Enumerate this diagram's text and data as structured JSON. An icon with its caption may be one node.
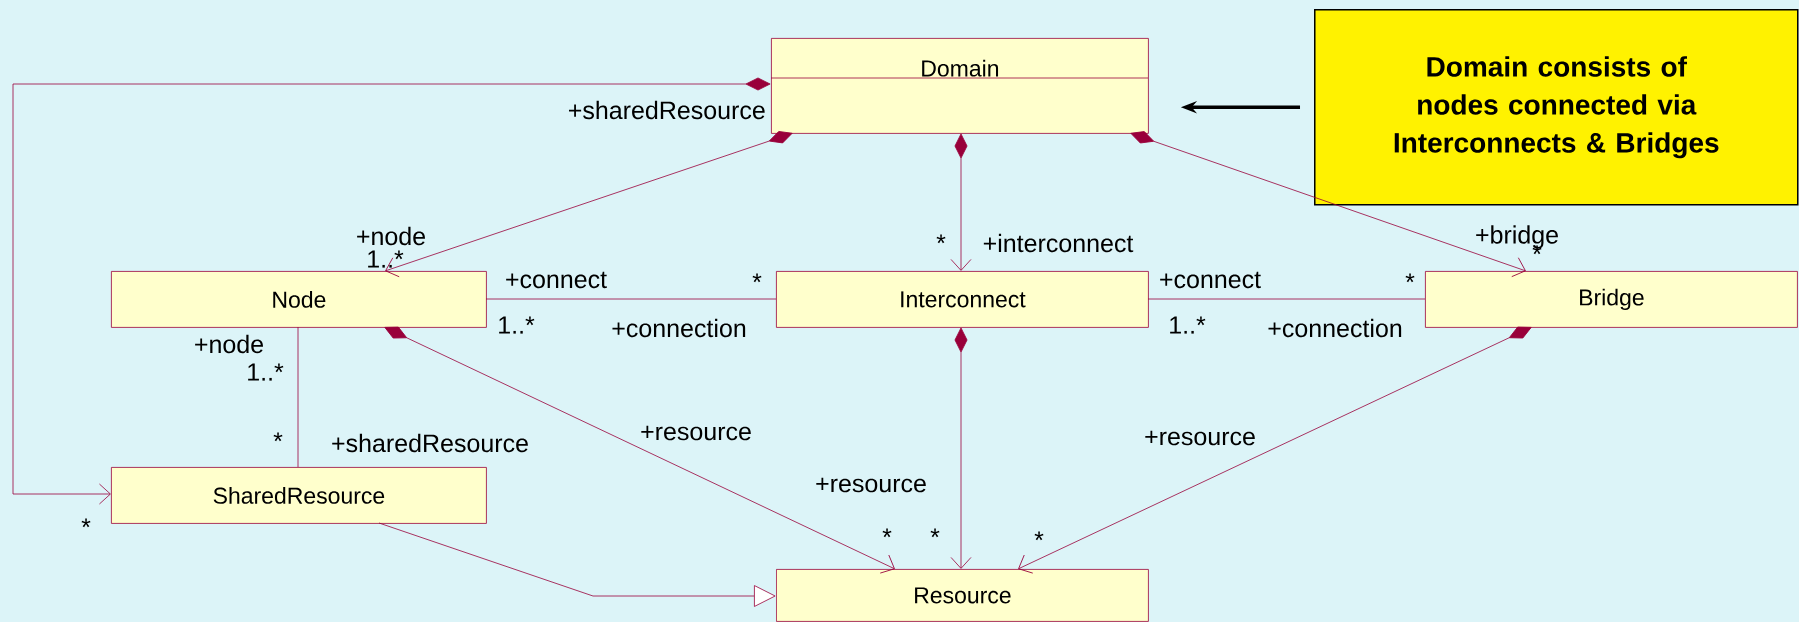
{
  "diagram": {
    "nodes": [
      {
        "text": [
          "Domain"
        ]
      },
      {
        "text": [
          "Node"
        ]
      },
      {
        "text": [
          "Interconnect"
        ]
      },
      {
        "text": [
          "Bridge"
        ]
      },
      {
        "text": [
          "SharedResource"
        ]
      },
      {
        "text": [
          "Resource"
        ]
      },
      {
        "text": [
          "Domain consists of nodes connected via Interconnects & Bridges"
        ]
      }
    ],
    "edges": [
      {
        "from": 0,
        "to": 4,
        "arrow": "to"
      },
      {
        "from": 0,
        "to": 1,
        "arrow": "to"
      },
      {
        "from": 0,
        "to": 2,
        "arrow": "to"
      },
      {
        "from": 0,
        "to": 3,
        "arrow": "to"
      },
      {
        "from": 1,
        "to": 2,
        "arrow": "none"
      },
      {
        "from": 2,
        "to": 3,
        "arrow": "none"
      },
      {
        "from": 1,
        "to": 4,
        "arrow": "none"
      },
      {
        "from": 1,
        "to": 5,
        "arrow": "to"
      },
      {
        "from": 2,
        "to": 5,
        "arrow": "to"
      },
      {
        "from": 3,
        "to": 5,
        "arrow": "to"
      },
      {
        "from": 4,
        "to": 5,
        "arrow": "to"
      },
      {
        "from": 6,
        "to": 0,
        "arrow": "to",
        "style": "thick",
        "color": "#000000"
      }
    ],
    "labels": [
      "+sharedResource",
      "+node",
      "*",
      "+interconnect",
      "+bridge",
      "*",
      "1..*",
      "+connect",
      "*",
      "+connect",
      "*",
      "1..*",
      "+connection",
      "1..*",
      "+connection",
      "+node",
      "1..*",
      "+resource",
      "+resource",
      "*",
      "+sharedResource",
      "+resource",
      "*",
      "*",
      "*",
      "*"
    ]
  }
}
